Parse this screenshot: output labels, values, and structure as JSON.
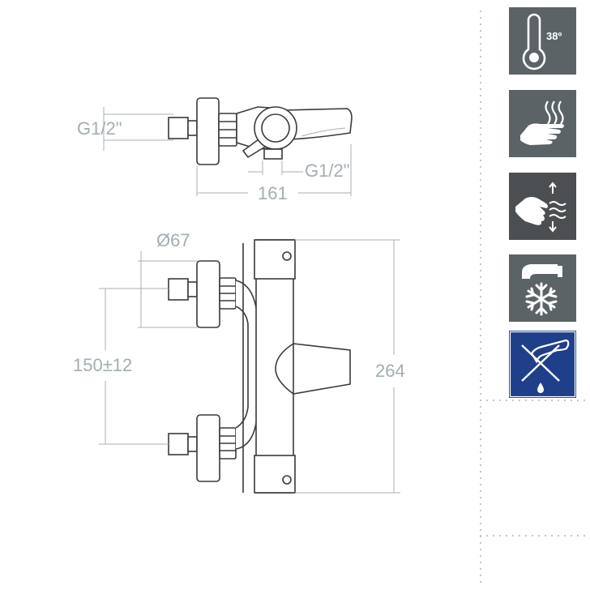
{
  "dimensions": {
    "thread_left": "G1/2\"",
    "thread_bottom": "G1/2\"",
    "depth": "161",
    "diameter": "Ø67",
    "centres": "150±12",
    "height": "264"
  },
  "features": [
    {
      "id": "temperature",
      "icon": "thermometer-icon",
      "label": "38º",
      "color": "#5b6366"
    },
    {
      "id": "hot-surface",
      "icon": "hand-heat-icon",
      "color": "#5b6366"
    },
    {
      "id": "flow",
      "icon": "hand-flow-icon",
      "color": "#4b4f51"
    },
    {
      "id": "anti-freeze",
      "icon": "snowflake-spout-icon",
      "color": "#5b6366"
    },
    {
      "id": "no-drip",
      "icon": "no-drip-icon",
      "color": "#1f3f8a"
    }
  ]
}
